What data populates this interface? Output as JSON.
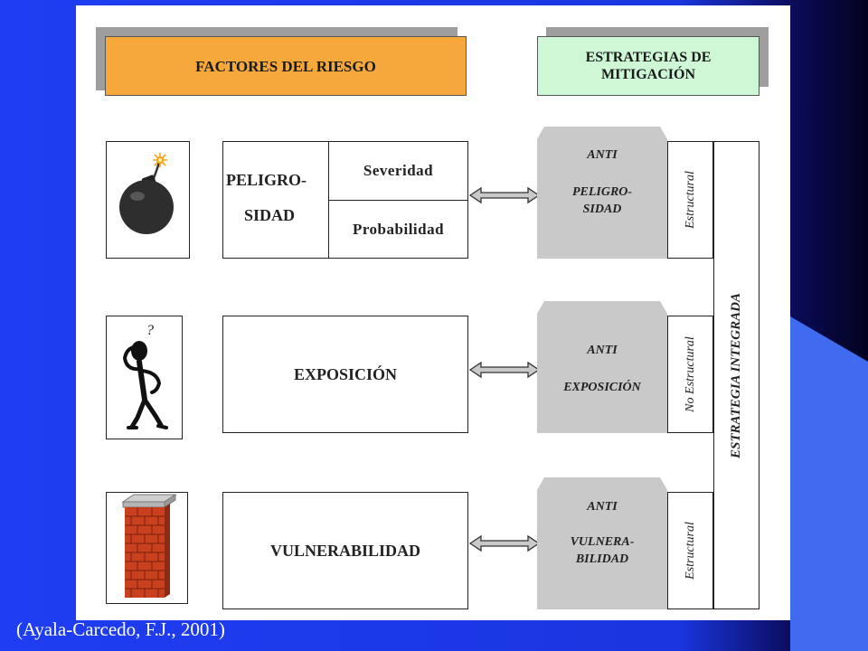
{
  "slide": {
    "citation": "(Ayala-Carcedo, F.J., 2001)"
  },
  "diagram": {
    "left_header": "FACTORES DEL RIESGO",
    "right_header_line1": "ESTRATEGIAS DE",
    "right_header_line2": "MITIGACIÓN",
    "row1": {
      "factor_line1": "PELIGRO-",
      "factor_line2": "SIDAD",
      "sub_top": "Severidad",
      "sub_bottom": "Probabilidad",
      "anti_line1": "ANTI",
      "anti_line2": "PELIGRO-",
      "anti_line3": "SIDAD",
      "type": "Estructural"
    },
    "row2": {
      "factor": "EXPOSICIÓN",
      "anti_line1": "ANTI",
      "anti_line2": "EXPOSICIÓN",
      "type": "No Estructural"
    },
    "row3": {
      "factor": "VULNERABILIDAD",
      "anti_line1": "ANTI",
      "anti_line2": "VULNERA-",
      "anti_line3": "BILIDAD",
      "type": "Estructural"
    },
    "integrated": "ESTRATEGIA INTEGRADA"
  },
  "icons": [
    "bomb-icon",
    "confused-person-icon",
    "brick-wall-icon",
    "double-arrow-icon"
  ],
  "colors": {
    "slide_blue": "#1f3df2",
    "slide_dark": "#05052a",
    "left_header_fill": "#f7a83a",
    "right_header_fill": "#cdf7d5",
    "grey_fill": "#c9c9c9"
  }
}
